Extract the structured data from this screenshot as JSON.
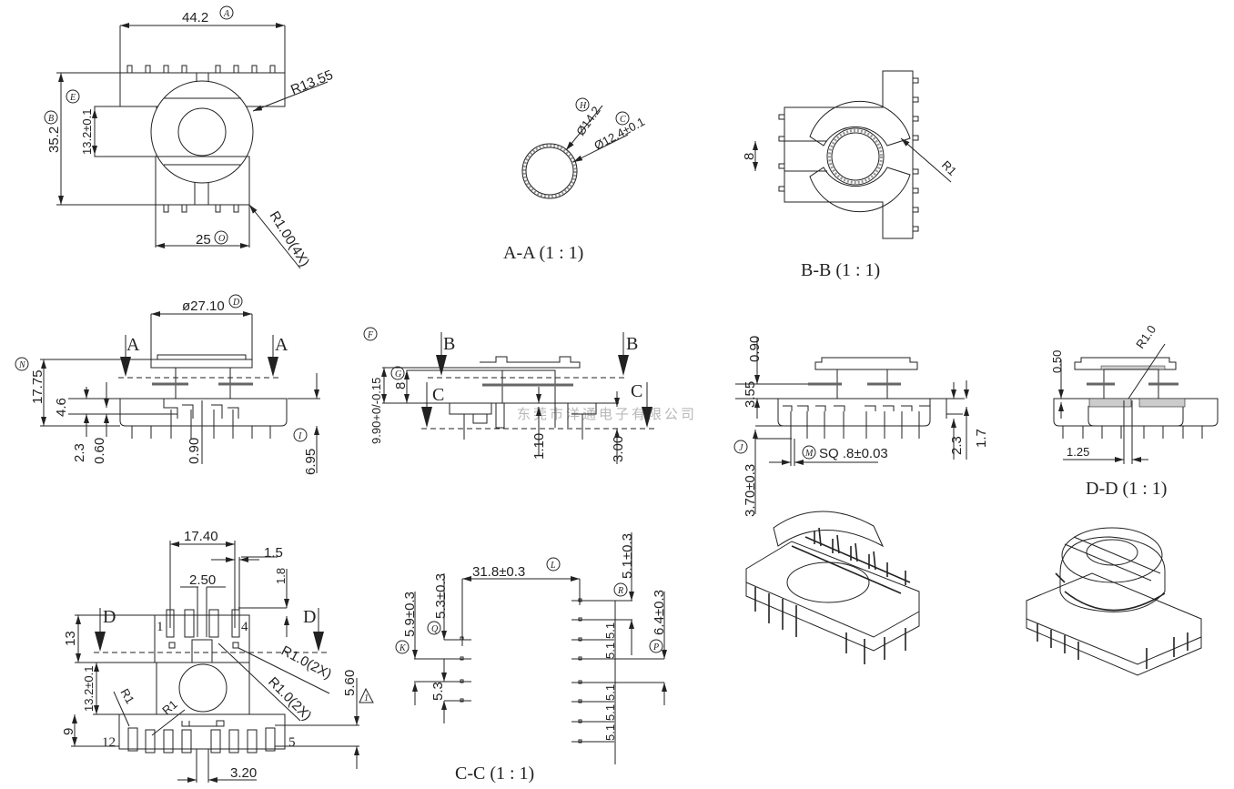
{
  "watermark": "东莞市洋通电子有限公司",
  "top_view": {
    "width": "44.2",
    "width_callout": "A",
    "height": "35.2",
    "height_callout": "B",
    "slot": "13.2±0.1",
    "slot_callout": "E",
    "radius": "R13.55",
    "base": "25",
    "base_callout": "O",
    "corner_radius": "R1.00(4X)"
  },
  "section_aa": {
    "title": "A-A  (1 : 1)",
    "outer": "Ø14.2",
    "outer_callout": "H",
    "inner": "Ø12.4±0.1",
    "inner_callout": "C"
  },
  "section_bb": {
    "title": "B-B  (1 : 1)",
    "dim": "8",
    "radius": "R1"
  },
  "front_view": {
    "diameter": "ø27.10",
    "diameter_callout": "D",
    "section_label": "A",
    "height": "17.75",
    "height_callout": "N",
    "d1": "4.6",
    "d2": "2.3",
    "d3": "0.60",
    "d4": "0.90",
    "pin": "6.95",
    "pin_callout": "I"
  },
  "side_view": {
    "height": "9.90+0/-0.15",
    "height_callout": "F",
    "inner": "8",
    "inner_callout": "G",
    "section_b": "B",
    "section_c": "C",
    "d1": "1.10",
    "d2": "3.00"
  },
  "pin_view": {
    "d1": "0.90",
    "d2": "3.55",
    "d3": "2.3",
    "d4": "1.7",
    "pin_len": "3.70±0.3",
    "pin_len_callout": "J",
    "pin_sq": "SQ .8±0.03",
    "pin_sq_callout": "M"
  },
  "section_dd": {
    "title": "D-D  (1 : 1)",
    "d1": "0.50",
    "radius": "R1.0",
    "d2": "1.25"
  },
  "bottom_view": {
    "d_width": "17.40",
    "d_15": "1.5",
    "d_250": "2.50",
    "d_18": "1.8",
    "section_label": "D",
    "d_13": "13",
    "d_slot": "13.2±0.1",
    "r1a": "R1",
    "r1b": "R1",
    "r2x_a": "R1.0(2X)",
    "r2x_b": "R1.0(2X)",
    "d_560": "5.60",
    "note_mark": "1",
    "d_9": "9",
    "pin_12": "12",
    "pin_1": "1",
    "pin_4": "4",
    "pin_5": "5",
    "d_320": "3.20"
  },
  "section_cc": {
    "title": "C-C  (1 : 1)",
    "span": "31.8±0.3",
    "span_callout": "L",
    "q": "5.3±0.3",
    "q_callout": "Q",
    "k": "5.9±0.3",
    "k_callout": "K",
    "pitch_left": "5.3",
    "r": "5.1±0.3",
    "r_callout": "R",
    "p": "6.4±0.3",
    "p_callout": "P",
    "pitches": [
      "5.1",
      "5.1",
      "5.1",
      "5.1",
      "5.1"
    ]
  }
}
